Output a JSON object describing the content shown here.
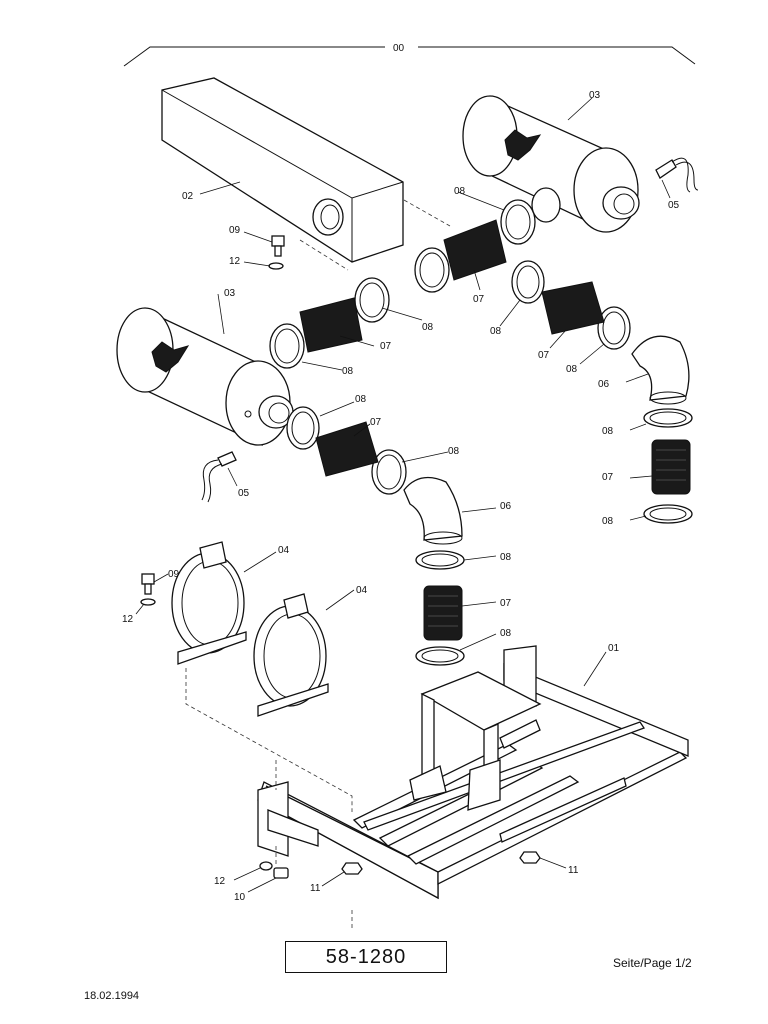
{
  "drawing": {
    "number": "58-1280",
    "page": "Seite/Page 1/2",
    "date": "18.02.1994"
  },
  "labels": {
    "assembly": "00",
    "frame": "01",
    "duct": "02",
    "air_filter": "03",
    "filter_clamp": "04",
    "sensor": "05",
    "elbow": "06",
    "hose": "07",
    "hose_clamp": "08",
    "bolt": "09",
    "nut_bolt": "10",
    "nut": "11",
    "washer": "12"
  }
}
